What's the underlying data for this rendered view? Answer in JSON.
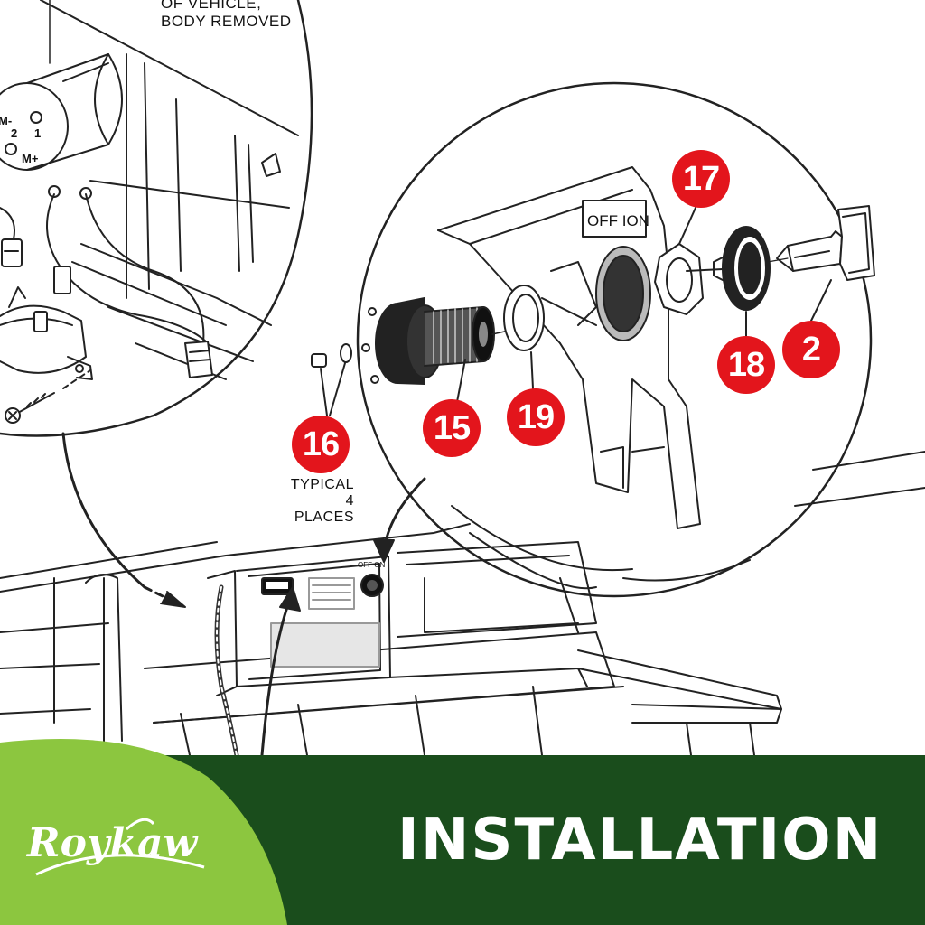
{
  "header_note": {
    "line1": "OF VEHICLE,",
    "line2": "BODY REMOVED"
  },
  "switch_label": "OFF ION",
  "mini_switch_label": "OFF ON",
  "motor_labels": {
    "m_minus": "M-",
    "center": "2",
    "right": "1",
    "m_plus": "M+"
  },
  "callouts": {
    "c17": "17",
    "c2": "2",
    "c18": "18",
    "c15": "15",
    "c19": "19",
    "c16": "16"
  },
  "note_typical": {
    "line1": "TYPICAL",
    "line2": "4 PLACES"
  },
  "banner": {
    "title": "INSTALLATION",
    "logo_text": "Roykaw"
  },
  "colors": {
    "callout_red": "#e3151c",
    "banner_dark_green": "#1a4d1c",
    "banner_light_green": "#8cc63f"
  }
}
